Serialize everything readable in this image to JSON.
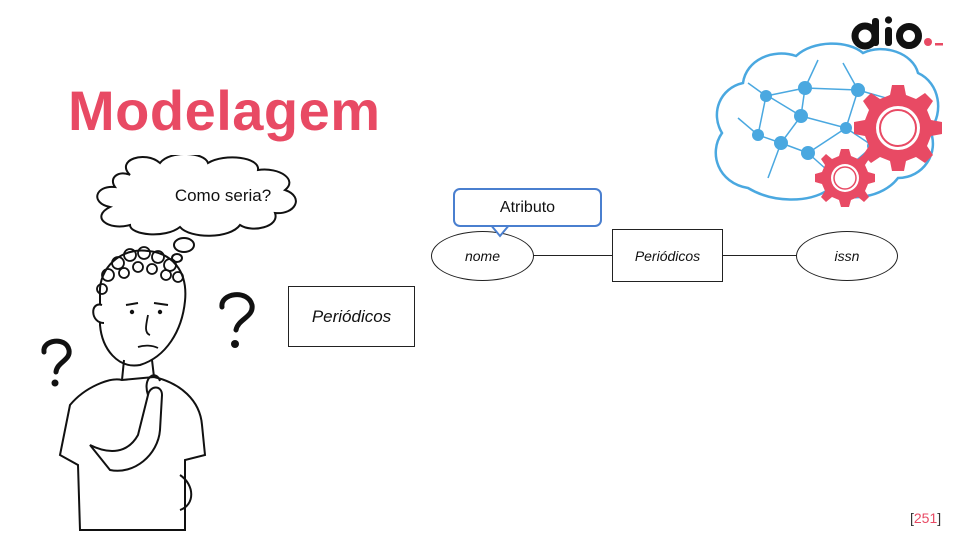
{
  "slide": {
    "title": "Modelagem",
    "page_number": "251",
    "accent_color": "#e84a64",
    "network_color": "#4aa8e0"
  },
  "logo": {
    "text": "dio._"
  },
  "thought_bubble": {
    "text": "Como seria?"
  },
  "standalone_entity": {
    "label": "Periódicos"
  },
  "diagram": {
    "callout": "Atributo",
    "attribute_left": "nome",
    "entity": "Periódicos",
    "attribute_right": "issn"
  }
}
